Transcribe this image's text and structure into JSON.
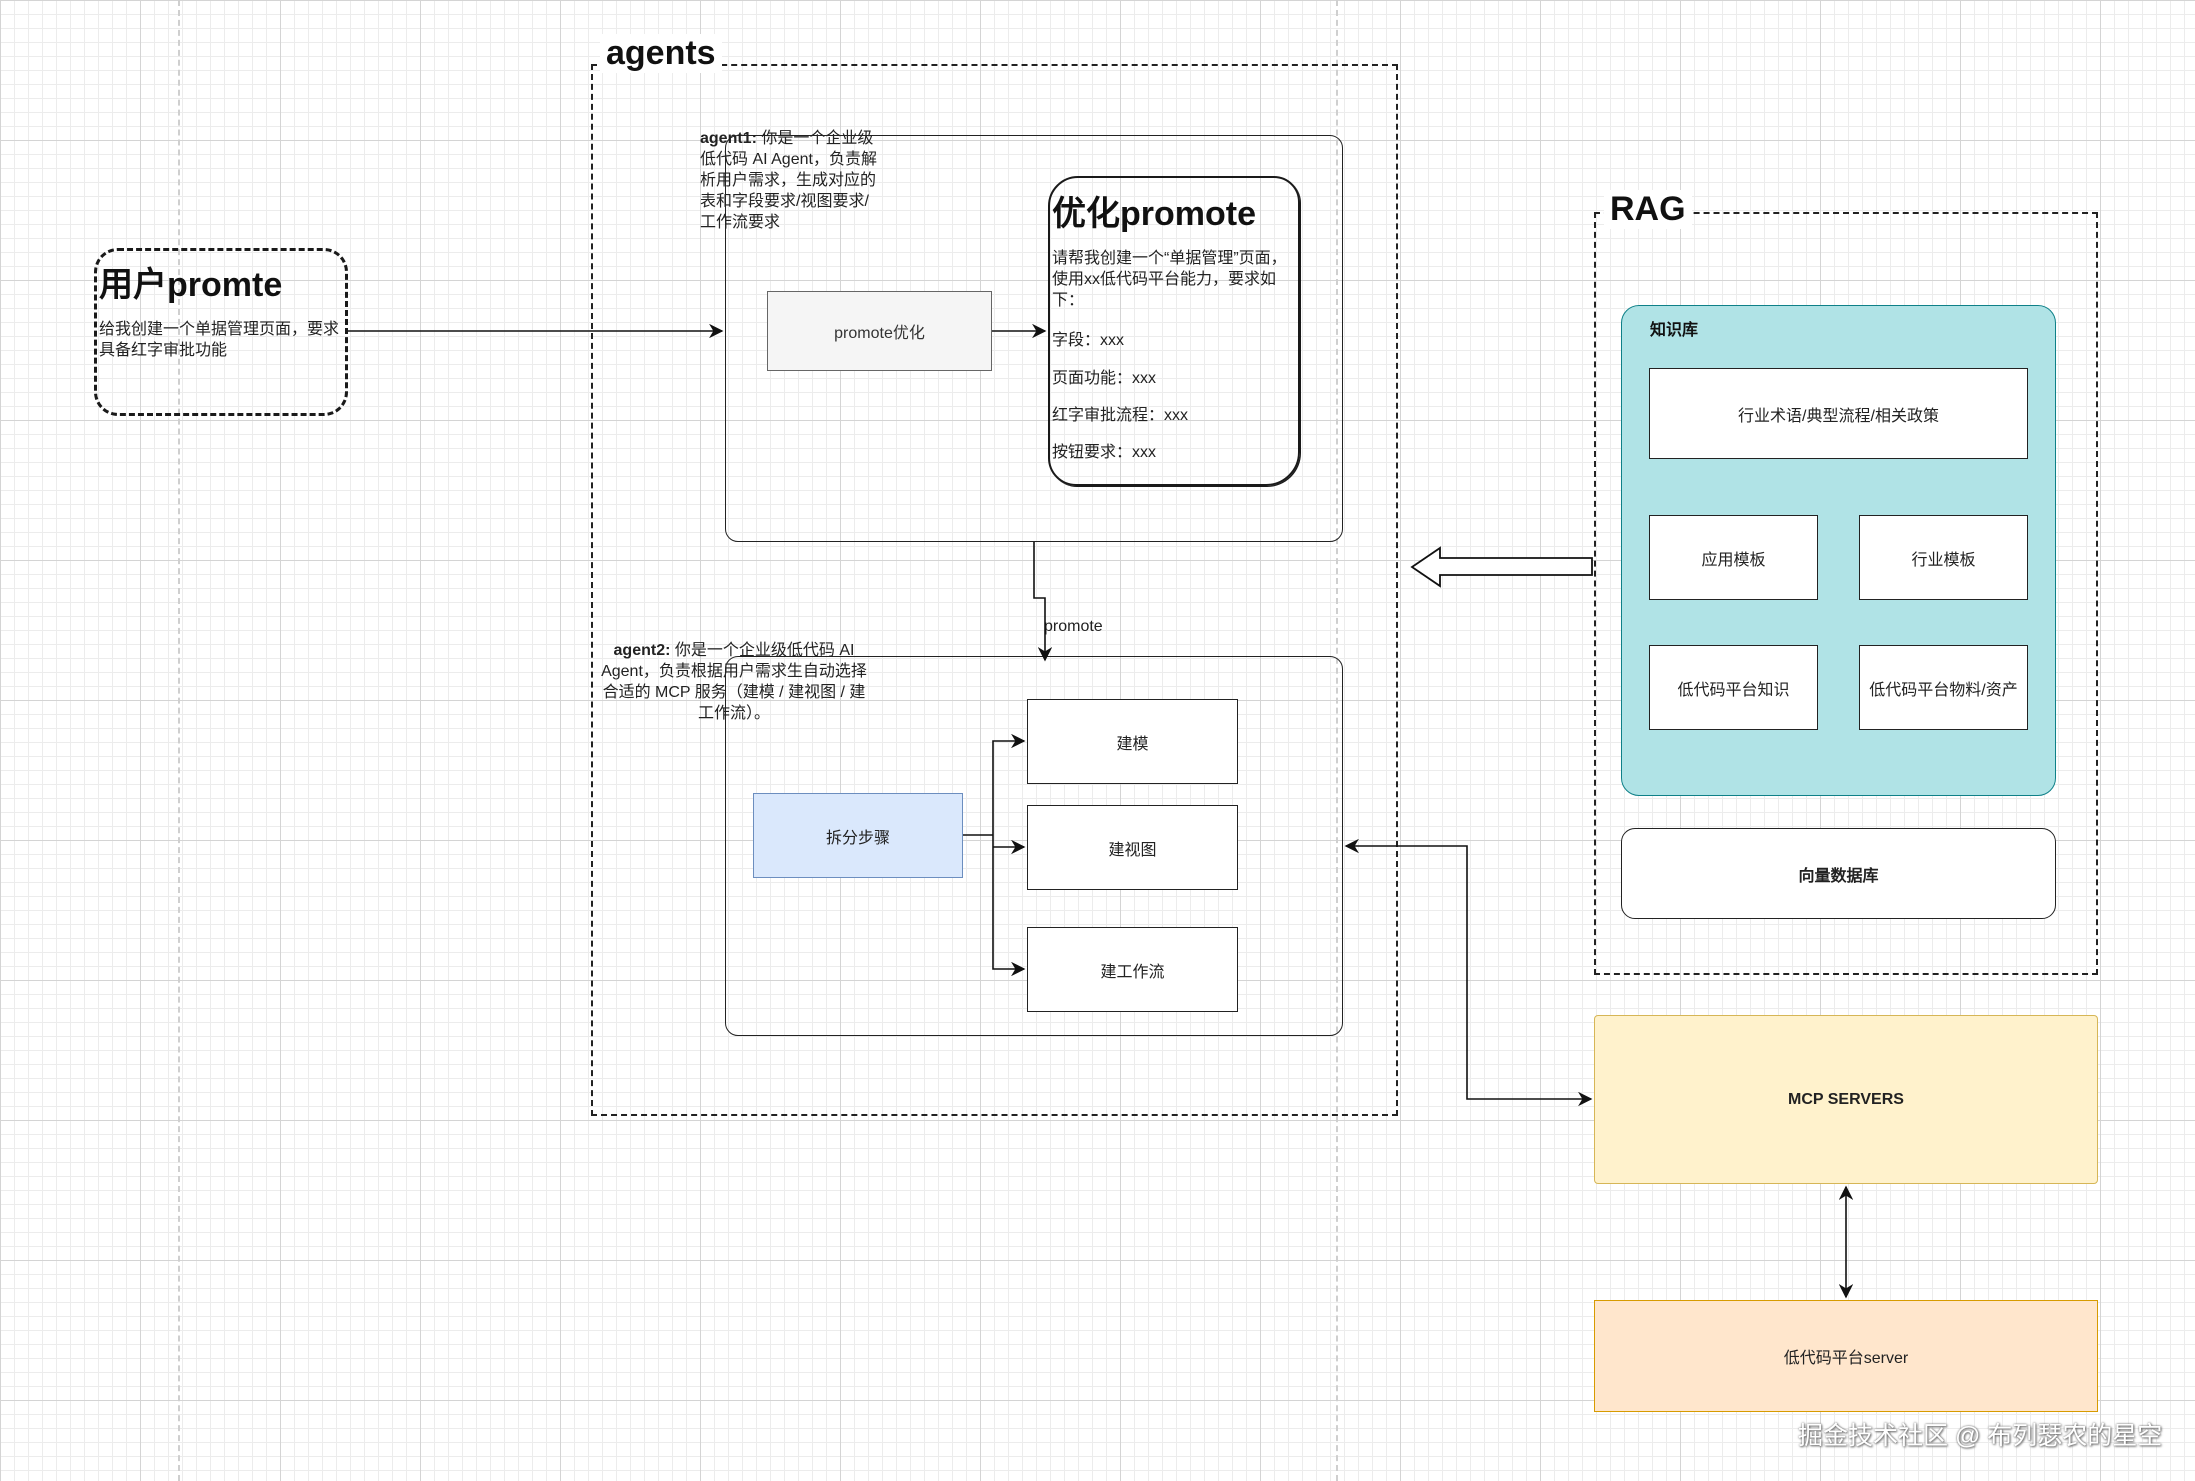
{
  "user_prompt": {
    "title": "用户promte",
    "text": "给我创建一个单据管理页面，要求具备红字审批功能"
  },
  "agents_group": {
    "title": "agents",
    "agent1": {
      "label": "agent1:",
      "desc": " 你是一个企业级低代码 AI Agent，负责解析用户需求，生成对应的表和字段要求/视图要求/工作流要求",
      "optimize_box": "promote优化"
    },
    "optimized_prompt": {
      "title": "优化promote",
      "intro": "请帮我创建一个“单据管理”页面，使用xx低代码平台能力，要求如下：",
      "fields": "字段：xxx",
      "page_func": "页面功能：xxx",
      "approval": "红字审批流程：xxx",
      "buttons": "按钮要求：xxx"
    },
    "edge_label": "promote",
    "agent2": {
      "label": "agent2:",
      "desc": " 你是一个企业级低代码 AI Agent，负责根据用户需求生自动选择合适的 MCP 服务（建模 / 建视图 / 建工作流）。",
      "split_box": "拆分步骤",
      "steps": [
        "建模",
        "建视图",
        "建工作流"
      ]
    }
  },
  "rag_group": {
    "title": "RAG",
    "kb_title": "知识库",
    "kb_items": [
      "行业术语/典型流程/相关政策",
      "应用模板",
      "行业模板",
      "低代码平台知识",
      "低代码平台物料/资产"
    ],
    "vector_db": "向量数据库"
  },
  "mcp": "MCP SERVERS",
  "lowcode_server": "低代码平台server",
  "watermark": "掘金技术社区 @ 布列瑟农的星空",
  "colors": {
    "kb_fill": "#b0e3e6",
    "kb_stroke": "#0e8088",
    "split_fill": "#dae8fc",
    "split_stroke": "#6c8ebf",
    "mcp_fill": "#fff2cc",
    "mcp_stroke": "#d6b656",
    "server_fill": "#ffe6cc",
    "server_stroke": "#d79b00",
    "gray_fill": "#f5f5f5",
    "gray_stroke": "#666666"
  }
}
